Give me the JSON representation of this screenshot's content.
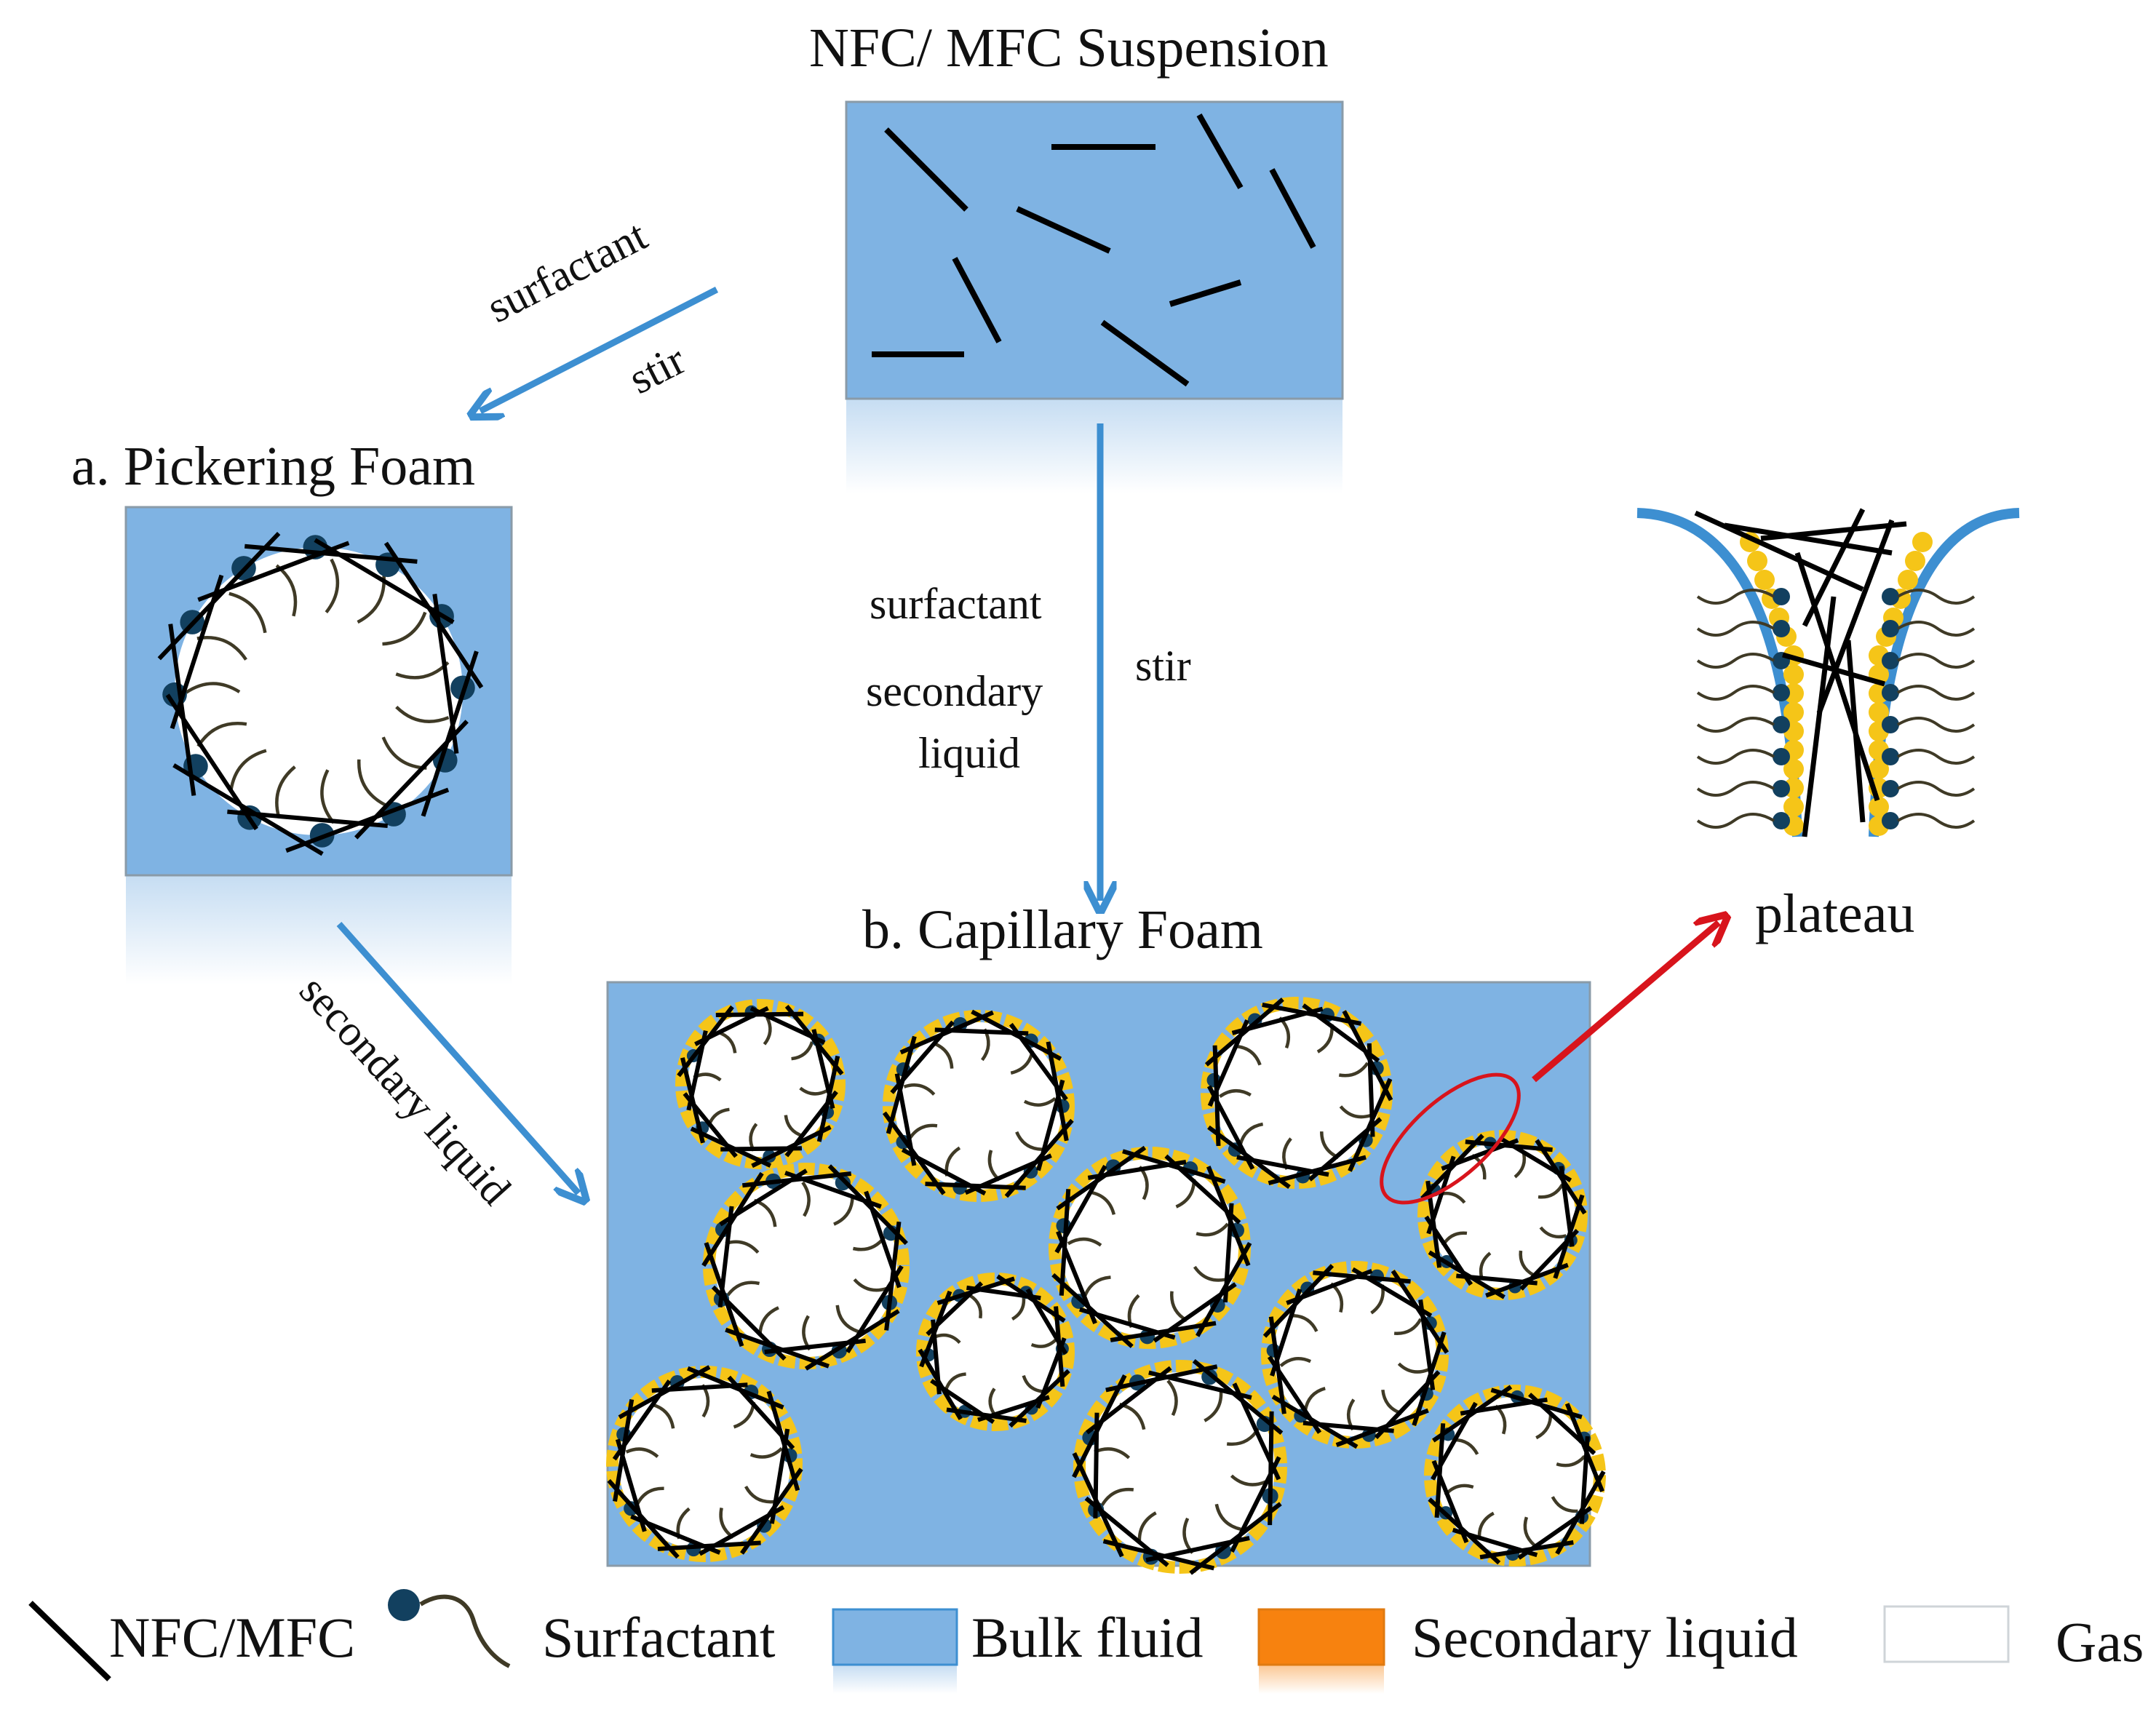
{
  "titles": {
    "suspension": "NFC/ MFC Suspension",
    "pickering": "a. Pickering Foam",
    "capillary": "b. Capillary Foam",
    "plateau": "plateau"
  },
  "steps": {
    "to_pickering_top": "surfactant",
    "to_pickering_bottom": "stir",
    "to_capillary_1": "surfactant",
    "to_capillary_2": "secondary",
    "to_capillary_3": "liquid",
    "to_capillary_stir": "stir",
    "pickering_to_capillary": "secondary liquid"
  },
  "legend": {
    "fiber": "NFC/MFC",
    "surfactant": "Surfactant",
    "bulk": "Bulk fluid",
    "secondary": "Secondary liquid",
    "gas": "Gas"
  },
  "colors": {
    "bulk_fluid": "#7fb3e3",
    "secondary_liquid": "#f5c518",
    "secondary_liquid_legend": "#f7820f",
    "arrow_blue": "#3d8fd1",
    "arrow_red": "#d8141c",
    "surfactant_head": "#12405f",
    "surfactant_tail": "#3f3a26",
    "fiber": "#000000",
    "gas": "#ffffff"
  }
}
